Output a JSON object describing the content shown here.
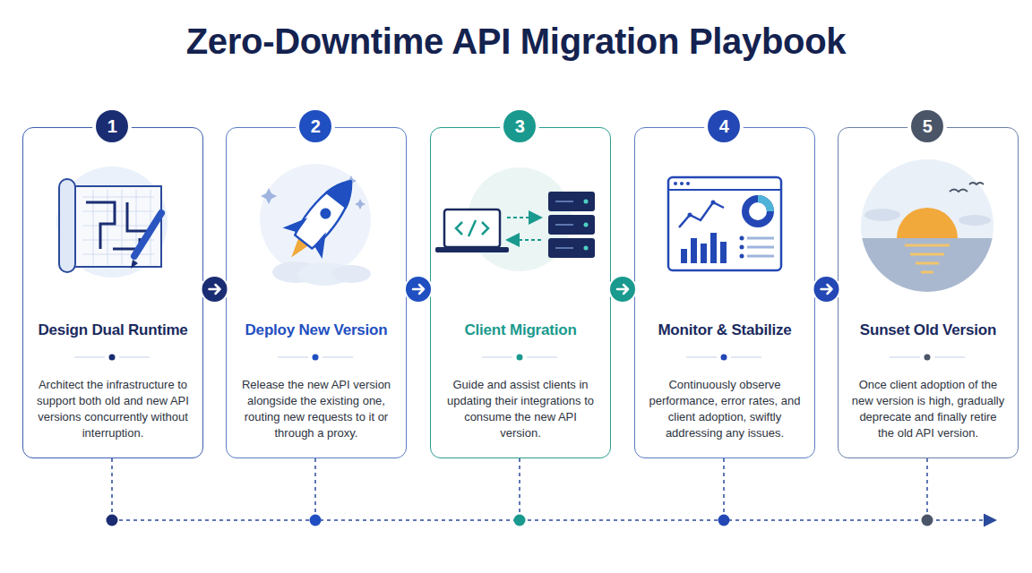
{
  "diagram": {
    "title": "Zero-Downtime API Migration Playbook",
    "nodes": [
      {
        "text": [
          "Design Dual Runtime",
          "Architect the infrastructure to support both old and new API versions concurrently without interruption."
        ]
      },
      {
        "text": [
          "1"
        ],
        "in": 0
      },
      {
        "text": [
          "Deploy New Version",
          "Release the new API version alongside the existing one, routing new requests to it or through a proxy."
        ]
      },
      {
        "text": [
          "2"
        ],
        "in": 2
      },
      {
        "text": [
          "Client Migration",
          "Guide and assist clients in updating their integrations to consume the new API version."
        ]
      },
      {
        "text": [
          "3"
        ],
        "in": 4
      },
      {
        "text": [
          "Monitor & Stabilize",
          "Continuously observe performance, error rates, and client adoption, swiftly addressing any issues."
        ]
      },
      {
        "text": [
          "4"
        ],
        "in": 6
      },
      {
        "text": [
          "Sunset Old Version",
          "Once client adoption of the new version is high, gradually deprecate and finally retire the old API version."
        ]
      },
      {
        "text": [
          "5"
        ],
        "in": 8
      }
    ],
    "edges": [
      {
        "from": 0,
        "to": 2,
        "arrow": "to"
      },
      {
        "from": 2,
        "to": 4,
        "arrow": "to"
      },
      {
        "from": 4,
        "to": 6,
        "arrow": "to"
      },
      {
        "from": 6,
        "to": 8,
        "arrow": "to"
      }
    ]
  }
}
